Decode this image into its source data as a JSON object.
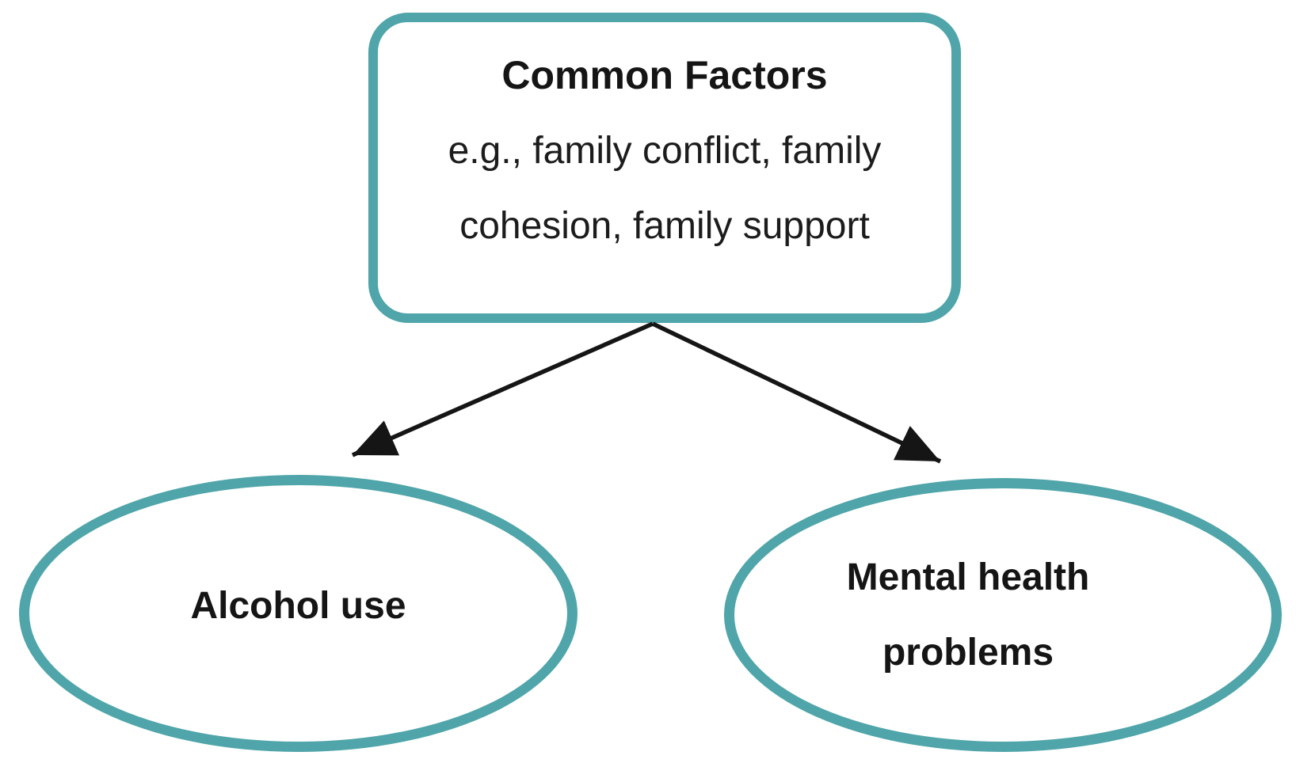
{
  "diagram": {
    "box": {
      "title": "Common Factors",
      "desc_line1": "e.g., family conflict, family",
      "desc_line2": "cohesion, family support"
    },
    "left_ellipse": {
      "label": "Alcohol use"
    },
    "right_ellipse": {
      "line1": "Mental health",
      "line2": "problems"
    },
    "colors": {
      "accent_teal": "#4fa5a9",
      "text_black": "#1c1c1c",
      "arrow_black": "#151515",
      "background": "#ffffff"
    }
  }
}
